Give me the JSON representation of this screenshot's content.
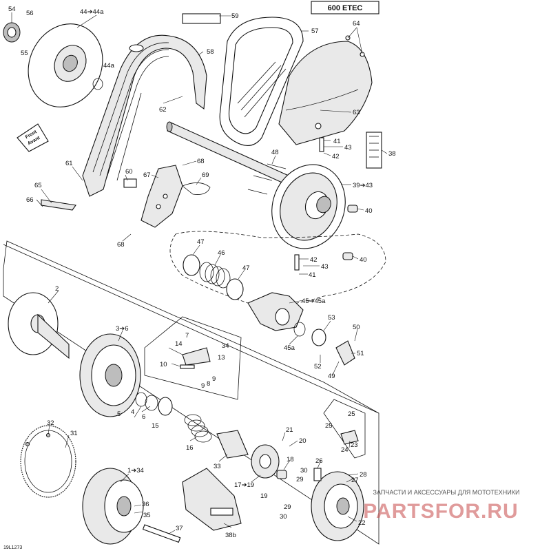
{
  "header": {
    "model_label": "600 ETEC"
  },
  "front_label": {
    "line1": "Front",
    "line2": "Avant"
  },
  "diagram_code": "19L1273",
  "watermark": {
    "line1": "ЗАПЧАСТИ И АКСЕССУАРЫ ДЛЯ МОТОТЕХНИКИ",
    "line2": "PARTSFOR.RU"
  },
  "callouts": {
    "c54": "54",
    "c56": "56",
    "c55": "55",
    "c44": "44➔44a",
    "c44a": "44a",
    "c59": "59",
    "c57": "57",
    "c58": "58",
    "c64": "64",
    "c62": "62",
    "c63": "63",
    "c38": "38",
    "c41a": "41",
    "c43a": "43",
    "c42a": "42",
    "c48": "48",
    "c39": "39➔43",
    "c40a": "40",
    "c61": "61",
    "c60": "60",
    "c68a": "68",
    "c67": "67",
    "c69": "69",
    "c65": "65",
    "c66": "66",
    "c68b": "68",
    "c47a": "47",
    "c46": "46",
    "c47b": "47",
    "c42b": "42",
    "c43b": "43",
    "c41b": "41",
    "c40b": "40",
    "c45": "45➔45a",
    "c45a": "45a",
    "c53": "53",
    "c50": "50",
    "c51": "51",
    "c52": "52",
    "c49": "49",
    "c2": "2",
    "c3": "3➔6",
    "c7": "7",
    "c14": "14",
    "c34a": "34",
    "c13": "13",
    "c10": "10",
    "c9a": "9",
    "c8": "8",
    "c9b": "9",
    "c5": "5",
    "c4": "4",
    "c6": "6",
    "c15": "15",
    "c32": "32",
    "c31": "31",
    "c16": "16",
    "c33": "33",
    "c1": "1➔34",
    "c36": "36",
    "c35": "35",
    "c37": "37",
    "c38b": "38b",
    "c17": "17➔19",
    "c19": "19",
    "c21": "21",
    "c20": "20",
    "c18": "18",
    "c25a": "25",
    "c25b": "25",
    "c23": "23",
    "c24": "24",
    "c26": "26",
    "c30a": "30",
    "c29a": "29",
    "c27": "27",
    "c28": "28",
    "c29b": "29",
    "c30b": "30",
    "c22": "22"
  }
}
